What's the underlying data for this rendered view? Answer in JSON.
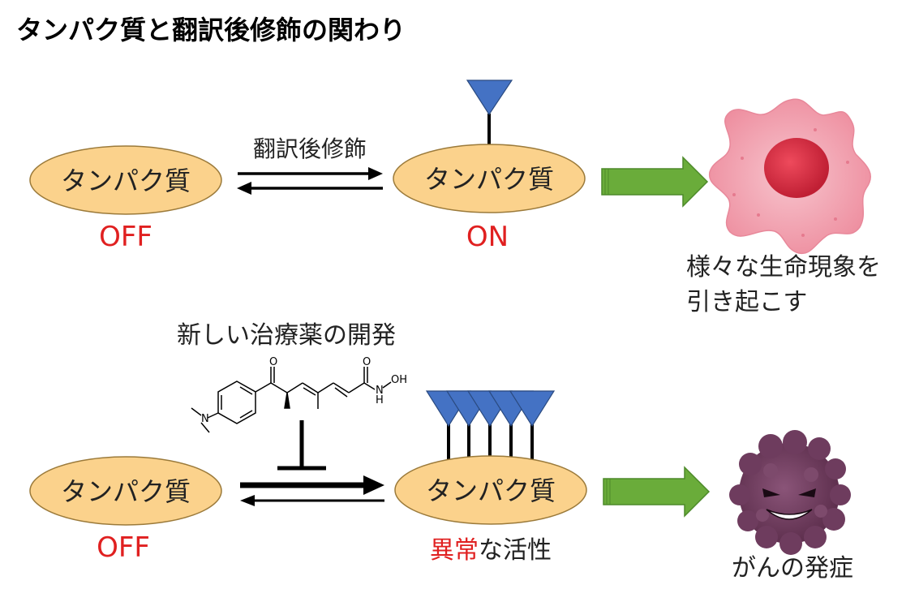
{
  "title": "タンパク質と翻訳後修飾の関わり",
  "top": {
    "protein_left": "タンパク質",
    "state_left": "OFF",
    "arrow_label": "翻訳後修飾",
    "protein_right": "タンパク質",
    "state_right": "ON",
    "outcome_line1": "様々な生命現象を",
    "outcome_line2": "引き起こす"
  },
  "bottom": {
    "drug_caption": "新しい治療薬の開発",
    "chem_o1": "O",
    "chem_o2": "O",
    "chem_n": "N",
    "chem_nh": "N",
    "chem_h": "H",
    "chem_oh": "OH",
    "protein_left": "タンパク質",
    "state_left": "OFF",
    "protein_right": "タンパク質",
    "state_right_red": "異常",
    "state_right_rest": "な活性",
    "outcome": "がんの発症"
  },
  "colors": {
    "ellipse_fill": "#fbd28c",
    "ellipse_stroke": "#9b7a3a",
    "flag_blue": "#4472c4",
    "arrow_green": "#6aac3a",
    "state_red": "#e02020",
    "normal_cell": "#f2a1b0",
    "normal_nucleus": "#d6293f",
    "cancer_cell": "#6b3a5a"
  },
  "icons": {
    "normal_cell": "normal-cell-icon",
    "cancer_cell": "cancer-cell-icon",
    "modification_flag": "triangle-flag-icon",
    "inhibitor": "inhibition-t-bar-icon"
  }
}
